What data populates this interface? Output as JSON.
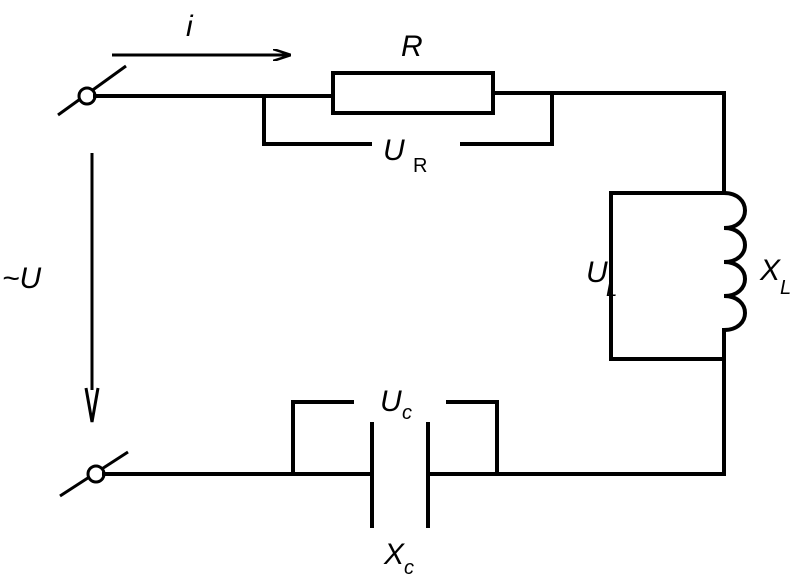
{
  "labels": {
    "current": "i",
    "resistor": "R",
    "source_voltage": "~U",
    "ur_main": "U",
    "ur_sub": "R",
    "ul_main": "U",
    "ul_sub": "L",
    "xl_main": "X",
    "xl_sub": "L",
    "uc_main": "U",
    "uc_sub": "c",
    "xc_main": "X",
    "xc_sub": "c"
  }
}
